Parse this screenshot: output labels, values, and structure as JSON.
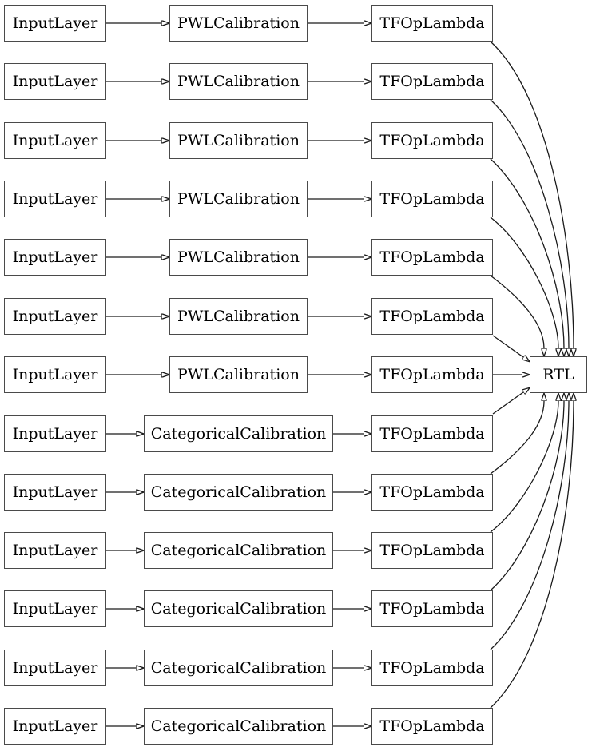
{
  "diagram": {
    "type": "model-architecture-graph",
    "colors": {
      "background": "#ffffff",
      "node_border": "#4a4a4a",
      "node_fill": "#ffffff",
      "edge": "#1a1a1a",
      "text": "#000000"
    },
    "output": {
      "label": "RTL"
    },
    "rows": [
      {
        "input": "InputLayer",
        "calibration": "PWLCalibration",
        "lambda": "TFOpLambda"
      },
      {
        "input": "InputLayer",
        "calibration": "PWLCalibration",
        "lambda": "TFOpLambda"
      },
      {
        "input": "InputLayer",
        "calibration": "PWLCalibration",
        "lambda": "TFOpLambda"
      },
      {
        "input": "InputLayer",
        "calibration": "PWLCalibration",
        "lambda": "TFOpLambda"
      },
      {
        "input": "InputLayer",
        "calibration": "PWLCalibration",
        "lambda": "TFOpLambda"
      },
      {
        "input": "InputLayer",
        "calibration": "PWLCalibration",
        "lambda": "TFOpLambda"
      },
      {
        "input": "InputLayer",
        "calibration": "PWLCalibration",
        "lambda": "TFOpLambda"
      },
      {
        "input": "InputLayer",
        "calibration": "CategoricalCalibration",
        "lambda": "TFOpLambda"
      },
      {
        "input": "InputLayer",
        "calibration": "CategoricalCalibration",
        "lambda": "TFOpLambda"
      },
      {
        "input": "InputLayer",
        "calibration": "CategoricalCalibration",
        "lambda": "TFOpLambda"
      },
      {
        "input": "InputLayer",
        "calibration": "CategoricalCalibration",
        "lambda": "TFOpLambda"
      },
      {
        "input": "InputLayer",
        "calibration": "CategoricalCalibration",
        "lambda": "TFOpLambda"
      },
      {
        "input": "InputLayer",
        "calibration": "CategoricalCalibration",
        "lambda": "TFOpLambda"
      }
    ]
  }
}
